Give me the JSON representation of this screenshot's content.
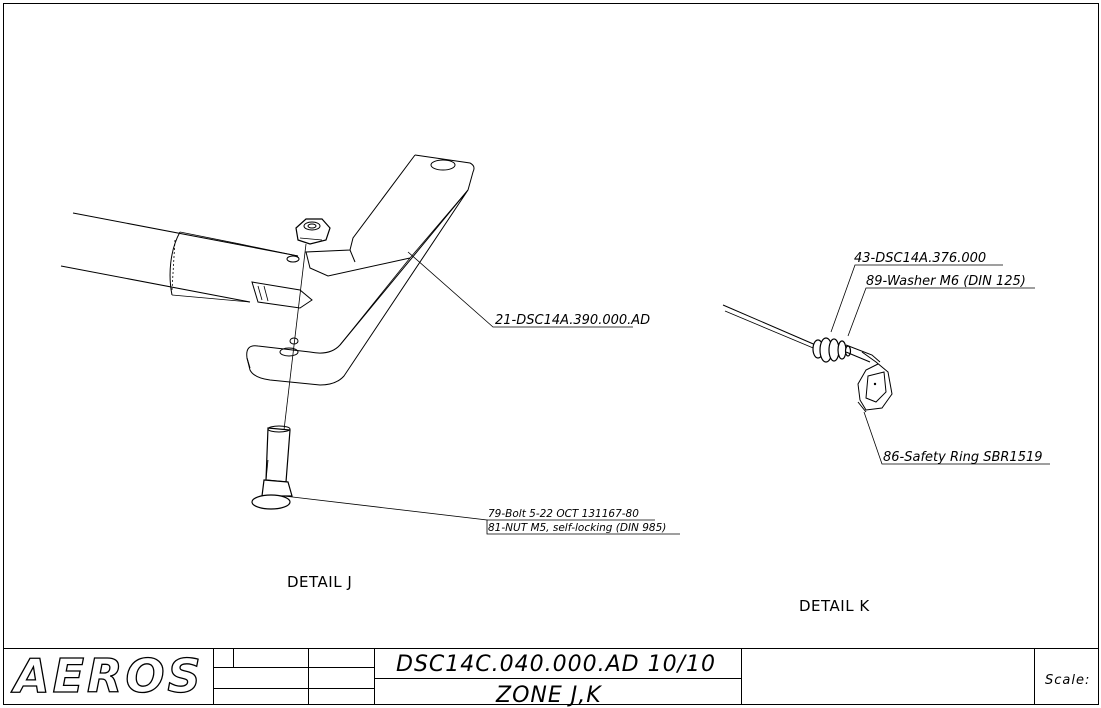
{
  "drawing": {
    "detail_j_caption": "DETAIL J",
    "detail_k_caption": "DETAIL K",
    "callouts": {
      "bracket": "21-DSC14A.390.000.AD",
      "bolt": "79-Bolt 5-22 OCT 131167-80",
      "nut": "81-NUT M5, self-locking (DIN 985)",
      "part43": "43-DSC14A.376.000",
      "washer": "89-Washer M6 (DIN 125)",
      "safety_ring": "86-Safety Ring SBR1519"
    }
  },
  "title_block": {
    "logo": "AEROS",
    "drawing_number": "DSC14C.040.000.AD 10/10",
    "zone": "ZONE J,K",
    "scale_label": "Scale:"
  }
}
